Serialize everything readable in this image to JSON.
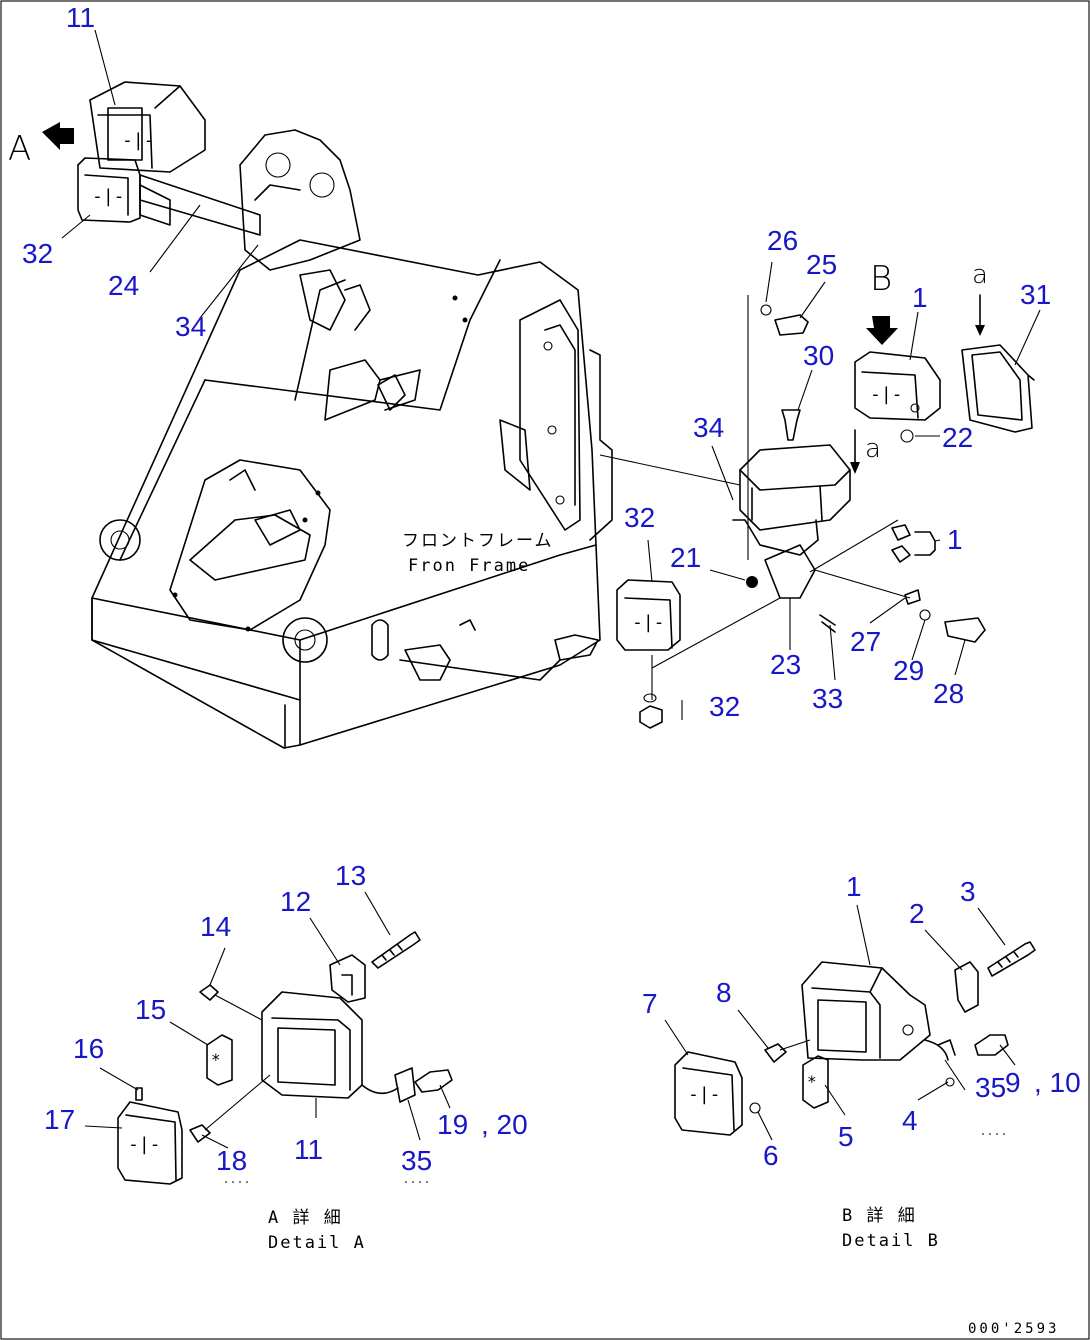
{
  "view_labels": {
    "a_upper": "A",
    "b_upper": "B",
    "a_lower_1": "a",
    "a_lower_2": "a"
  },
  "frame_label": {
    "jp": "フロントフレーム",
    "en": "Fron  Frame"
  },
  "detail_a": {
    "jp": "A 詳 細",
    "en": "Detail A"
  },
  "detail_b": {
    "jp": "B 詳 細",
    "en": "Detail B"
  },
  "doc_number": "000'2593",
  "callout_color": "#1717c7",
  "callouts_main": [
    "11",
    "32",
    "24",
    "34",
    "26",
    "25",
    "B",
    "1",
    "31",
    "30",
    "22",
    "34",
    "32",
    "21",
    "1",
    "27",
    "23",
    "33",
    "29",
    "28",
    "32"
  ],
  "callouts_detail_a": [
    "13",
    "12",
    "14",
    "15",
    "16",
    "17",
    "18",
    "11",
    "35",
    "19",
    ", 20"
  ],
  "callouts_detail_b": [
    "1",
    "3",
    "2",
    "7",
    "8",
    "9",
    ", 10",
    "35",
    "4",
    "5",
    "6"
  ]
}
